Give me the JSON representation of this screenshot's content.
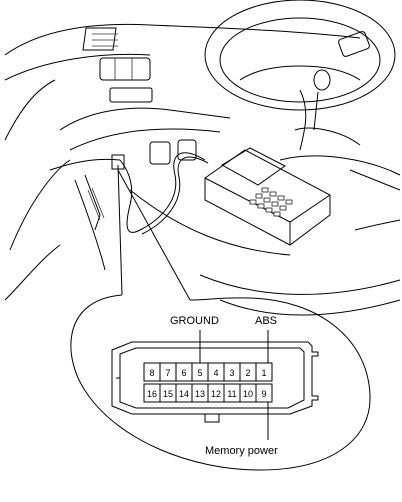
{
  "labels": {
    "ground": "GROUND",
    "abs": "ABS",
    "memory_power": "Memory power"
  },
  "connector": {
    "top_row": [
      "8",
      "7",
      "6",
      "5",
      "4",
      "3",
      "2",
      "1"
    ],
    "bottom_row": [
      "16",
      "15",
      "14",
      "13",
      "12",
      "11",
      "10",
      "9"
    ]
  },
  "icons": [
    "vehicle-interior-illustration",
    "scan-tool-icon",
    "obd-connector-icon"
  ]
}
